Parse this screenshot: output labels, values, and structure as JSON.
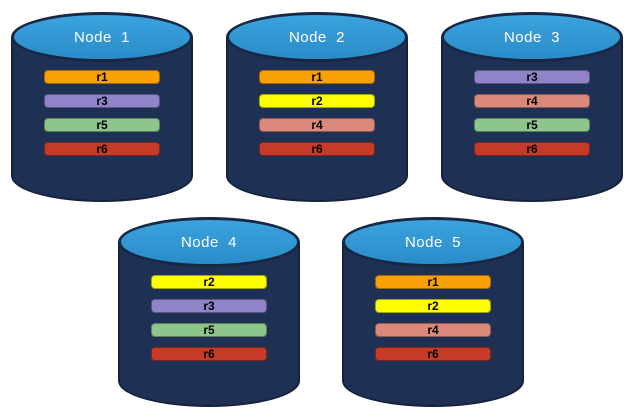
{
  "canvas": {
    "background": "#FFFFFF"
  },
  "palette": {
    "cylinder_body": "#1F3055",
    "cylinder_border": "#16213C",
    "ellipse_fill_top": "#3BA3DD",
    "ellipse_fill_bottom": "#2A8CC8",
    "ellipse_border": "#182743",
    "title_color": "#FFFFFF",
    "bar_label_color": "#000000"
  },
  "replica_colors": {
    "r1": "#FAA007",
    "r2": "#FEFE00",
    "r3": "#9083C7",
    "r4": "#DB897B",
    "r5": "#8DC58B",
    "r6": "#C53B27"
  },
  "nodes": [
    {
      "title": "Node  1",
      "replicas": [
        "r1",
        "r3",
        "r5",
        "r6"
      ]
    },
    {
      "title": "Node  2",
      "replicas": [
        "r1",
        "r2",
        "r4",
        "r6"
      ]
    },
    {
      "title": "Node  3",
      "replicas": [
        "r3",
        "r4",
        "r5",
        "r6"
      ]
    },
    {
      "title": "Node  4",
      "replicas": [
        "r2",
        "r3",
        "r5",
        "r6"
      ]
    },
    {
      "title": "Node  5",
      "replicas": [
        "r1",
        "r2",
        "r4",
        "r6"
      ]
    }
  ]
}
